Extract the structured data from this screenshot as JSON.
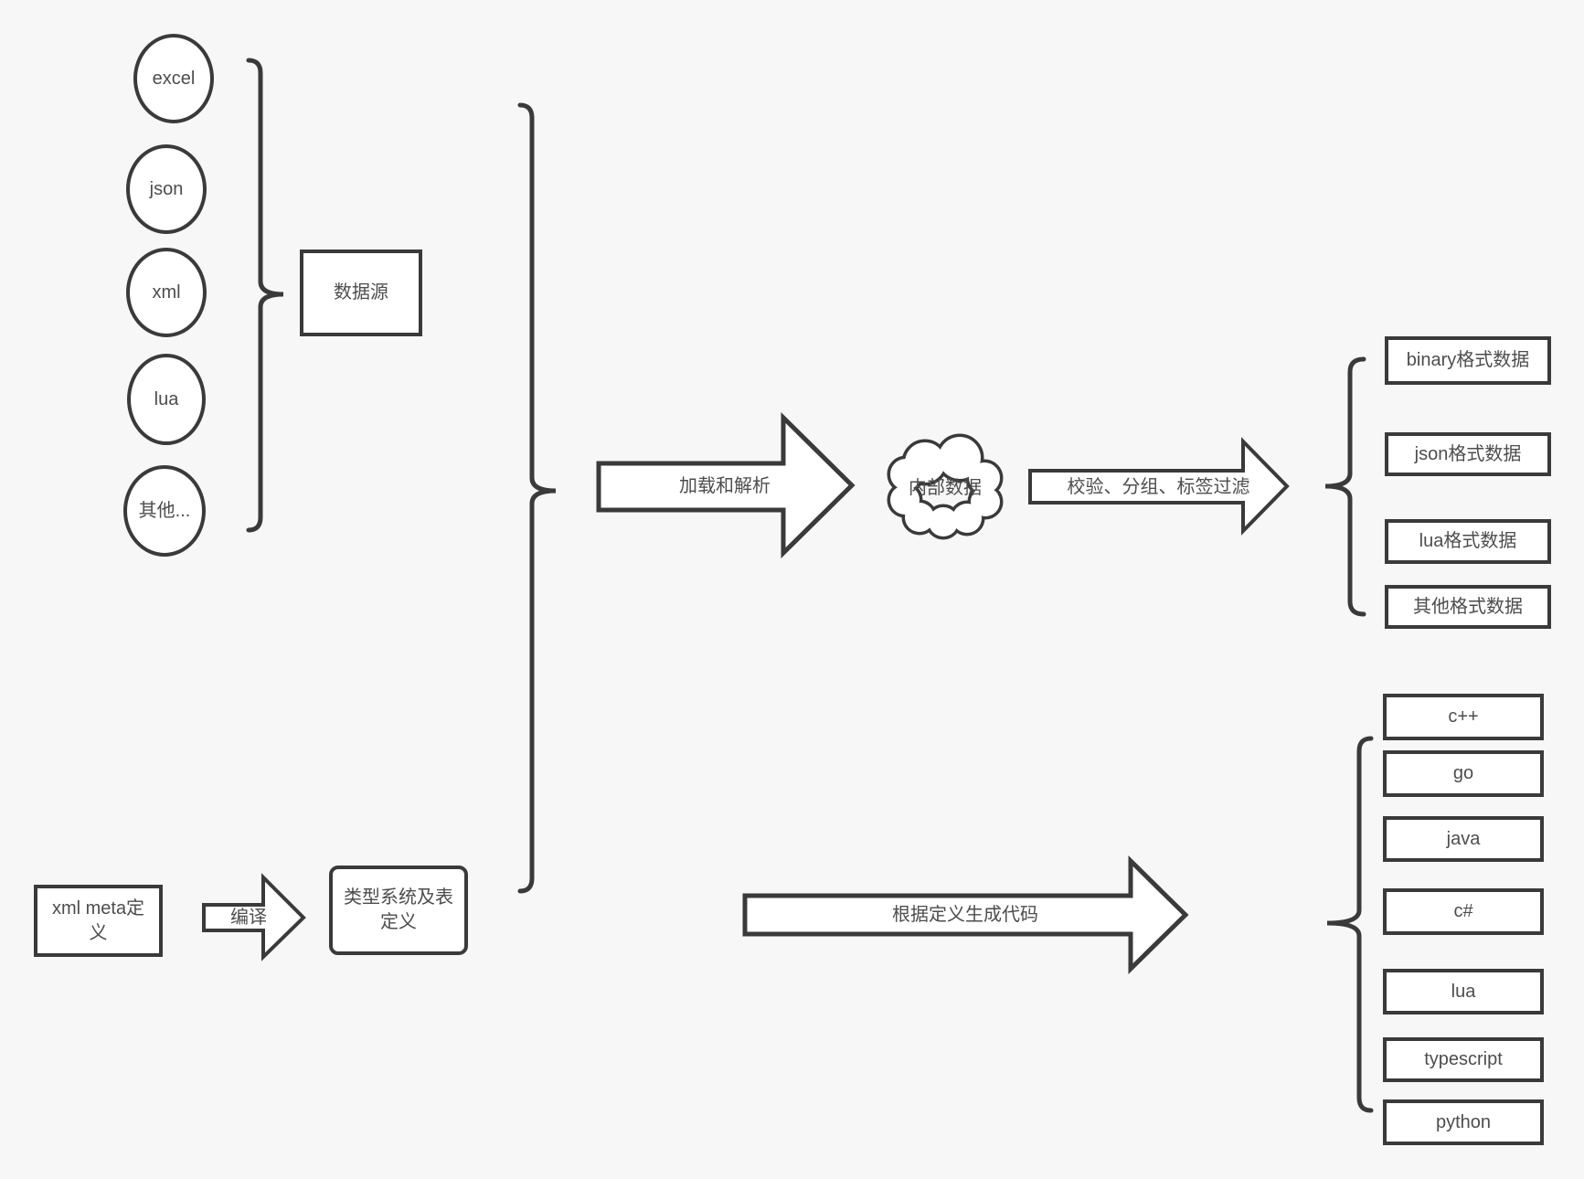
{
  "diagram": {
    "title_none": "",
    "colors": {
      "background": "#f7f7f7",
      "stroke": "#3a3a3a",
      "text": "#4d4d4d",
      "node_fill": "#ffffff"
    },
    "sources": {
      "labels": [
        "excel",
        "json",
        "xml",
        "lua",
        "其他..."
      ],
      "group_box_label": "数据源"
    },
    "data_flow": {
      "load_arrow_label": "加载和解析",
      "cloud_label": "内部数据",
      "filter_arrow_label": "校验、分组、标签过滤",
      "format_outputs": [
        "binary格式数据",
        "json格式数据",
        "lua格式数据",
        "其他格式数据"
      ]
    },
    "codegen_flow": {
      "meta_box_label": "xml meta定\n义",
      "compile_arrow_label": "编译",
      "typesystem_box_label": "类型系统及表\n定义",
      "codegen_arrow_label": "根据定义生成代码",
      "languages": [
        "c++",
        "go",
        "java",
        "c#",
        "lua",
        "typescript",
        "python"
      ]
    }
  }
}
